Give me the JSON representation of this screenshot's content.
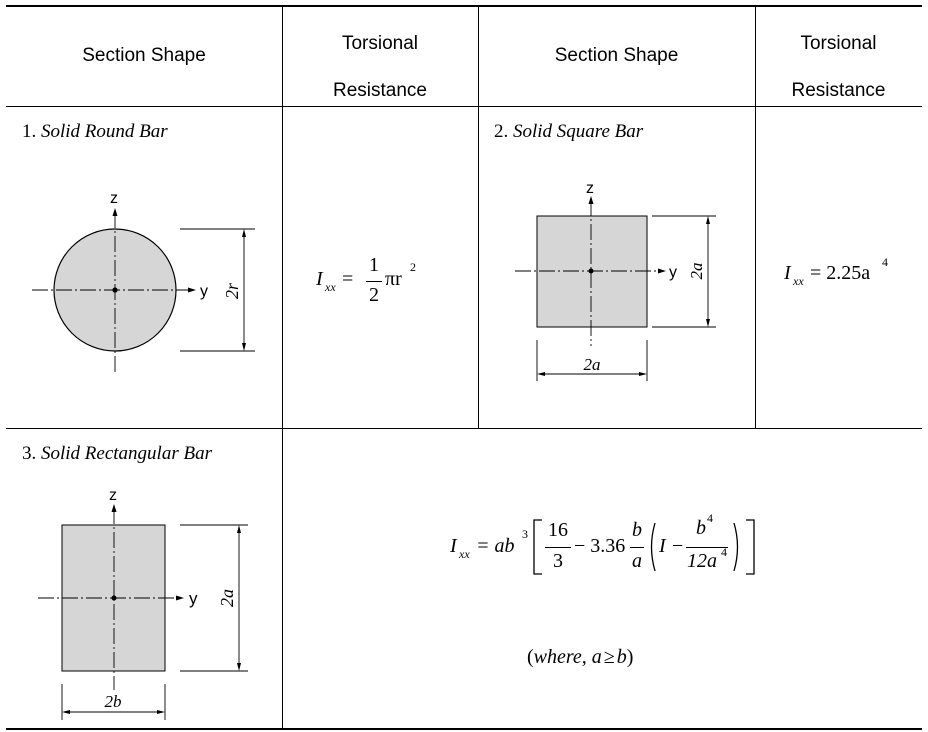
{
  "header": {
    "col1": "Section Shape",
    "col2_line1": "Torsional",
    "col2_line2": "Resistance",
    "col3": "Section Shape",
    "col4_line1": "Torsional",
    "col4_line2": "Resistance"
  },
  "rows": [
    {
      "number": "1.",
      "name": "Solid Round Bar",
      "axis_z": "z",
      "axis_y": "y",
      "dim_vertical": "2r",
      "formula": {
        "lhs": "I",
        "lhs_sub": "xx",
        "eq": "=",
        "num": "1",
        "den": "2",
        "rest": "πr",
        "rest_sup": "2"
      }
    },
    {
      "number": "2.",
      "name": "Solid Square Bar",
      "axis_z": "z",
      "axis_y": "y",
      "dim_vertical": "2a",
      "dim_horizontal": "2a",
      "formula": {
        "lhs": "I",
        "lhs_sub": "xx",
        "eq": "= 2.25a",
        "sup": "4"
      }
    },
    {
      "number": "3.",
      "name": "Solid Rectangular Bar",
      "axis_z": "z",
      "axis_y": "y",
      "dim_vertical": "2a",
      "dim_horizontal": "2b",
      "formula": {
        "lhs": "I",
        "lhs_sub": "xx",
        "eq": "= ab",
        "eq_sup": "3",
        "f1_num": "16",
        "f1_den": "3",
        "minus1": "− 3.36",
        "f2_num": "b",
        "f2_den": "a",
        "paren_I": "I",
        "minus2": "−",
        "f3_num": "b",
        "f3_num_sup": "4",
        "f3_den": "12a",
        "f3_den_sup": "4"
      },
      "condition": {
        "open": "(",
        "where": "where, a",
        "geq": "≥",
        "b": "b",
        "close": ")"
      }
    }
  ]
}
